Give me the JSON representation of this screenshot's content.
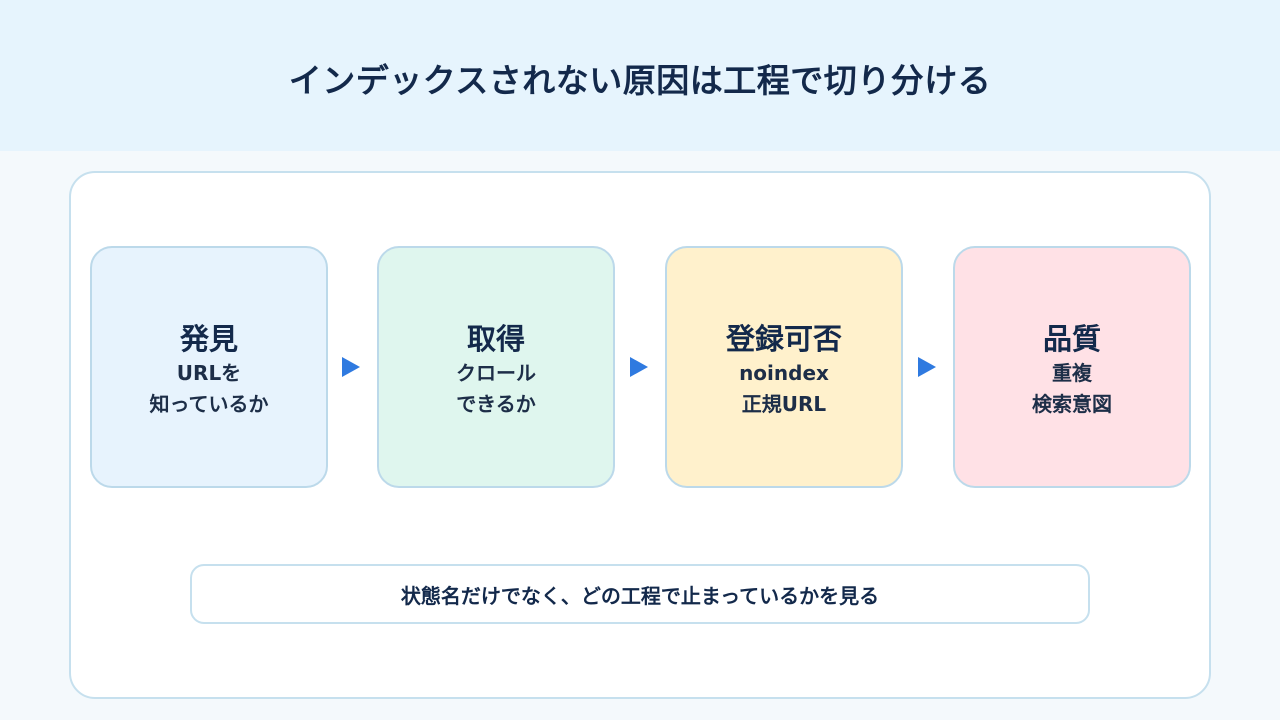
{
  "title": "インデックスされない原因は工程で切り分ける",
  "stages": [
    {
      "title": "発見",
      "line1": "URLを",
      "line2": "知っているか",
      "color": "#e7f3fd"
    },
    {
      "title": "取得",
      "line1": "クロール",
      "line2": "できるか",
      "color": "#dff6ee"
    },
    {
      "title": "登録可否",
      "line1": "noindex",
      "line2": "正規URL",
      "color": "#fff1cc"
    },
    {
      "title": "品質",
      "line1": "重複",
      "line2": "検索意図",
      "color": "#ffe1e6"
    }
  ],
  "arrow_color": "#2f7ae0",
  "note": "状態名だけでなく、どの工程で止まっているかを見る"
}
